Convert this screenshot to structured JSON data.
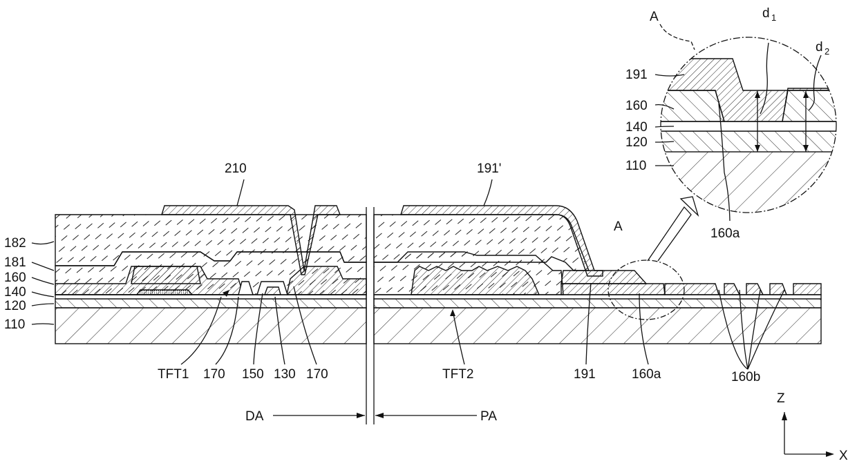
{
  "labels": {
    "l210": "210",
    "l191p": "191'",
    "l182": "182",
    "l181": "181",
    "l160": "160",
    "l140": "140",
    "l120": "120",
    "l110": "110",
    "tft1": "TFT1",
    "l170a": "170",
    "l150": "150",
    "l130": "130",
    "l170b": "170",
    "tft2": "TFT2",
    "l191": "191",
    "l160a": "160a",
    "l160b": "160b",
    "la": "A",
    "da": "DA",
    "pa": "PA",
    "z": "Z",
    "x": "X"
  },
  "inset": {
    "title": "A",
    "d1": "d",
    "d1_sub": "1",
    "d2": "d",
    "d2_sub": "2",
    "l191": "191",
    "l160": "160",
    "l140": "140",
    "l120": "120",
    "l110": "110",
    "l160a": "160a"
  }
}
